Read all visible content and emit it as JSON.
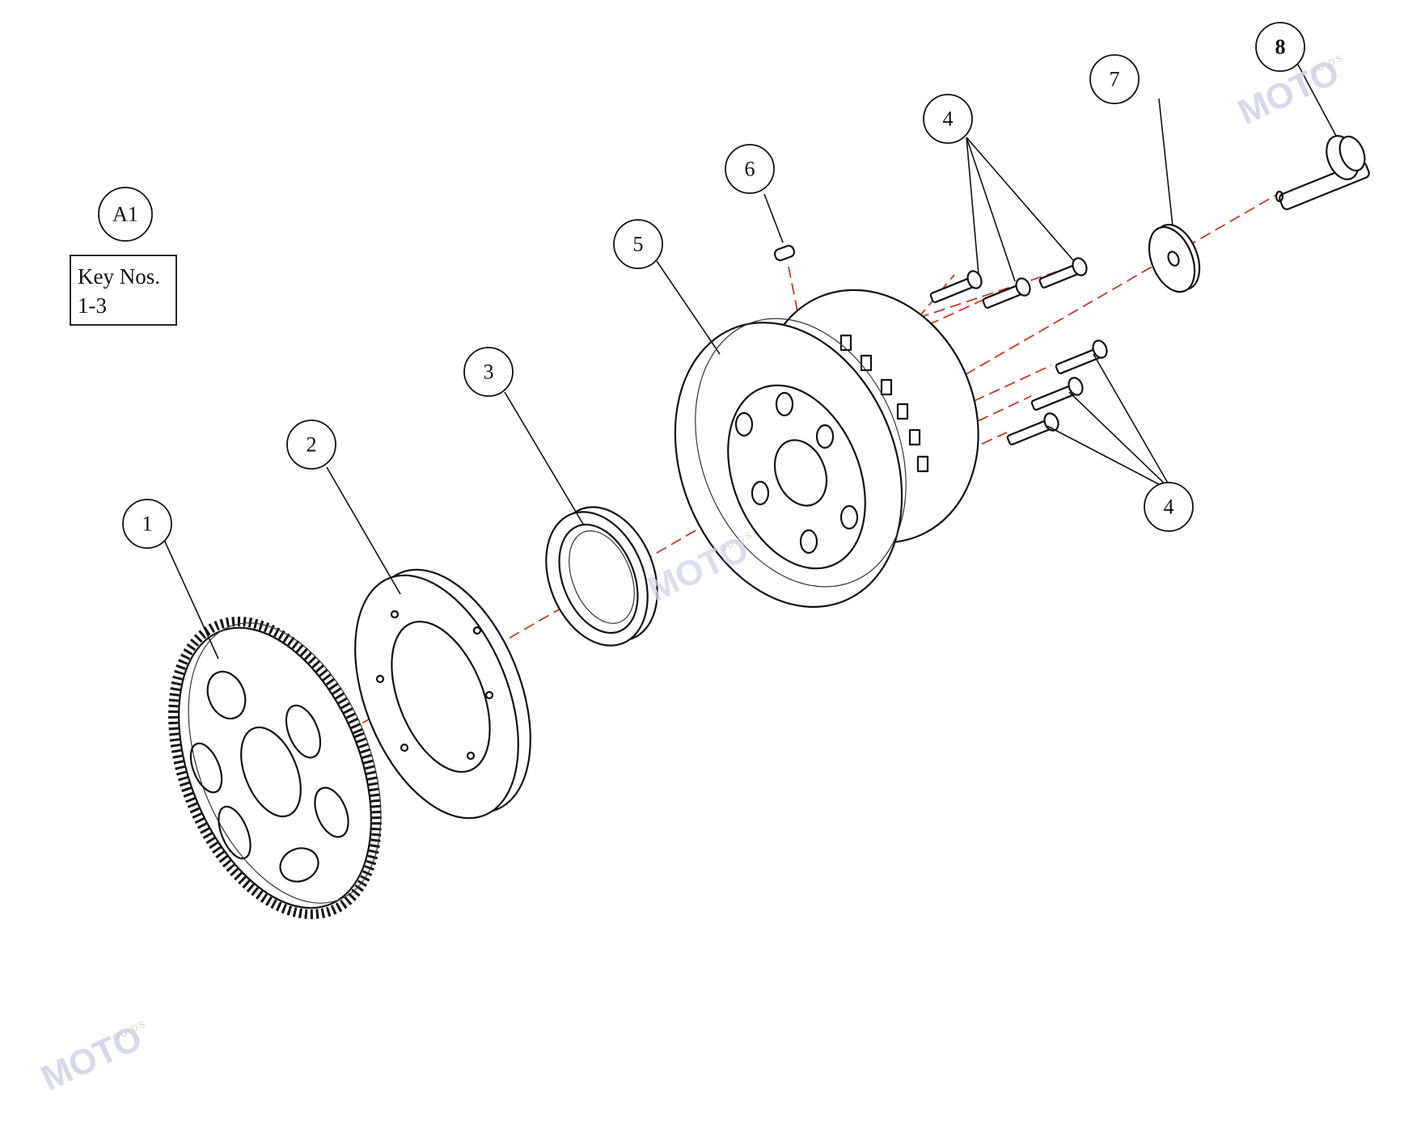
{
  "colors": {
    "axis": "#c0392b",
    "line": "#111111",
    "watermark": "#cfd3e6"
  },
  "view": {
    "label": "A1",
    "note_lines": [
      "Key Nos.",
      "1-3"
    ]
  },
  "callouts": [
    {
      "id": "1",
      "label": "1"
    },
    {
      "id": "2",
      "label": "2"
    },
    {
      "id": "3",
      "label": "3"
    },
    {
      "id": "4a",
      "label": "4"
    },
    {
      "id": "4b",
      "label": "4"
    },
    {
      "id": "5",
      "label": "5"
    },
    {
      "id": "6",
      "label": "6"
    },
    {
      "id": "7",
      "label": "7"
    },
    {
      "id": "8",
      "label": "8",
      "bold": true
    }
  ],
  "watermark": {
    "brand": "MOTO",
    "tagline": "GUIDS"
  }
}
